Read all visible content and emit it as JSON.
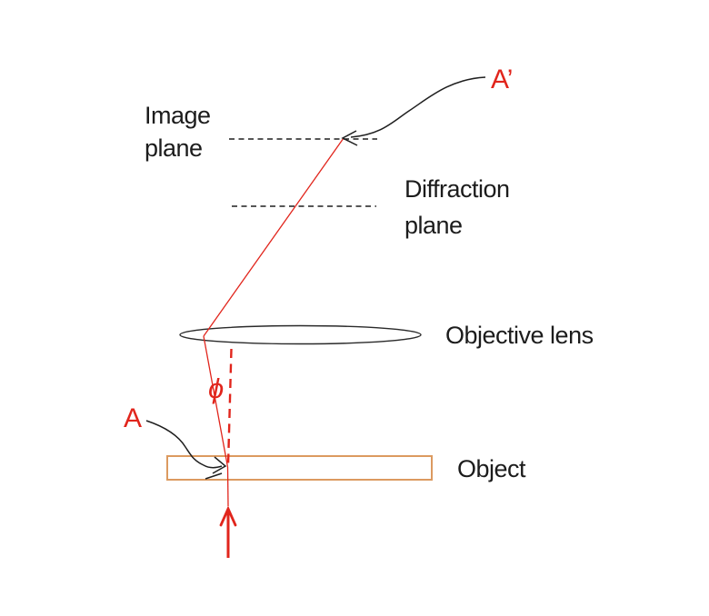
{
  "diagram": {
    "title_implicit": "Optical path from object to image plane through objective lens",
    "labels": {
      "image_plane": [
        "Image",
        "plane"
      ],
      "diffraction_plane": [
        "Diffraction",
        "plane"
      ],
      "objective_lens": "Objective lens",
      "object": "Object",
      "point_image": "A’",
      "point_object": "A",
      "angle": "ϕ"
    },
    "colors": {
      "background": "#ffffff",
      "text_black": "#1c1c1c",
      "line_black": "#1f1f1f",
      "ray_red": "#e1251c",
      "object_orange": "#dc9a60"
    }
  }
}
